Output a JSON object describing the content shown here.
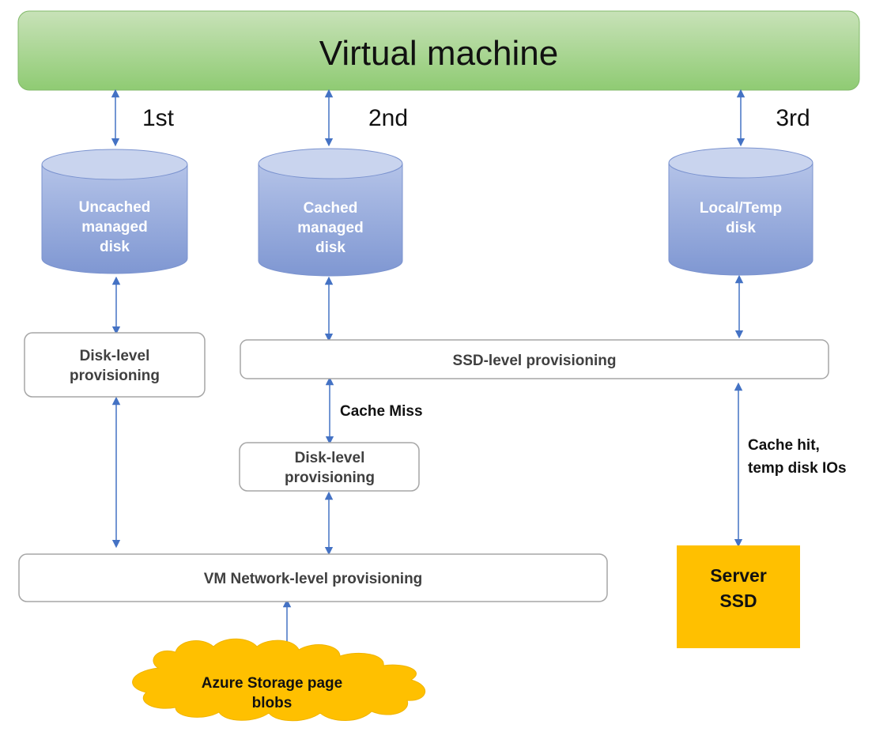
{
  "vm": {
    "label": "Virtual machine"
  },
  "order": {
    "first": "1st",
    "second": "2nd",
    "third": "3rd"
  },
  "disks": {
    "uncached": {
      "lines": [
        "Uncached",
        "managed",
        "disk"
      ]
    },
    "cached": {
      "lines": [
        "Cached",
        "managed",
        "disk"
      ]
    },
    "local": {
      "lines": [
        "Local/Temp",
        "disk"
      ]
    }
  },
  "provisioning": {
    "disk_level_left": {
      "lines": [
        "Disk-level",
        "provisioning"
      ]
    },
    "ssd_level": {
      "label": "SSD-level provisioning"
    },
    "disk_level_mid": {
      "lines": [
        "Disk-level",
        "provisioning"
      ]
    },
    "vm_network": {
      "label": "VM Network-level provisioning"
    }
  },
  "annotations": {
    "cache_miss": "Cache Miss",
    "cache_hit": [
      "Cache hit,",
      "temp disk IOs"
    ]
  },
  "server_ssd": {
    "lines": [
      "Server",
      "SSD"
    ]
  },
  "azure_storage": {
    "lines": [
      "Azure Storage page",
      "blobs"
    ]
  },
  "colors": {
    "vm_top": "#c5e0b4",
    "vm_bottom": "#8fcc73",
    "disk_top": "#c9d4ee",
    "disk_bottom": "#8099d4",
    "arrow": "#4472c4",
    "gold": "#ffc000",
    "box_border": "#a6a6a6"
  }
}
